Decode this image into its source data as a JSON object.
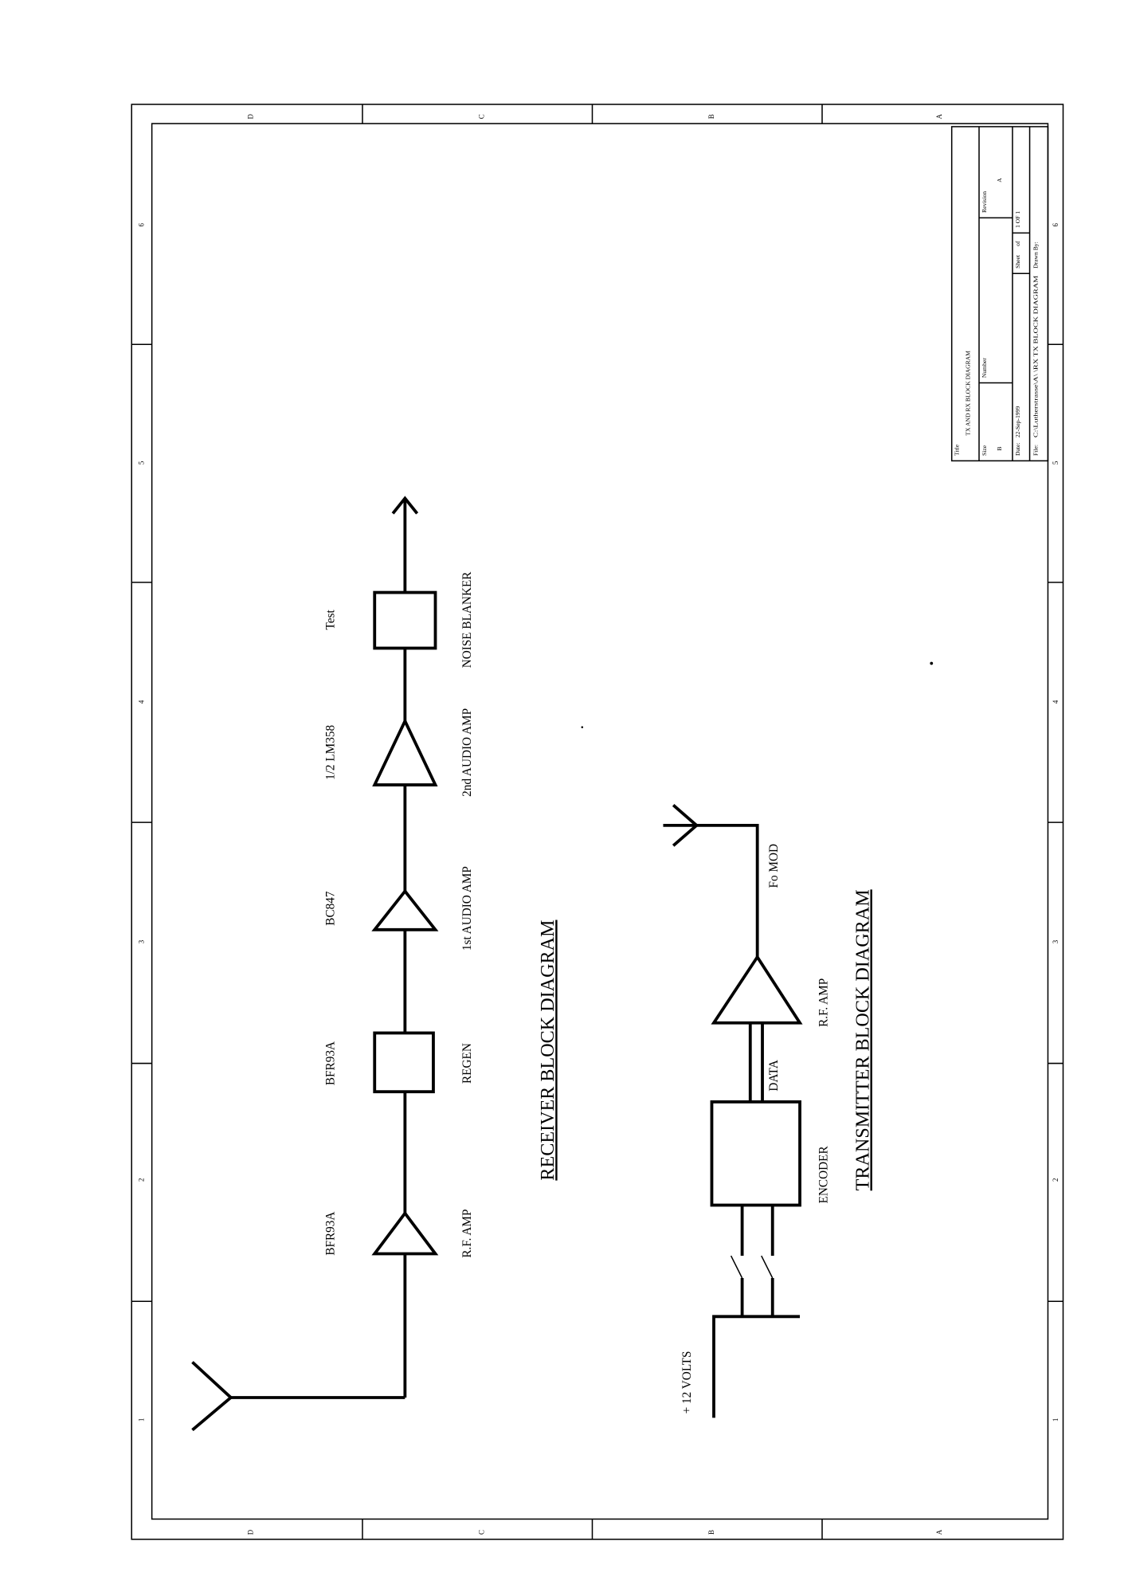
{
  "zones": {
    "letters": [
      "D",
      "C",
      "B",
      "A"
    ],
    "numbers": [
      "6",
      "5",
      "4",
      "3",
      "2",
      "1"
    ]
  },
  "title_block": {
    "title_label": "Title",
    "title": "TX AND RX BLOCK DIAGRAM",
    "size_label": "Size",
    "size": "B",
    "number_label": "Number",
    "revision_label": "Revision",
    "revision": "A",
    "date_label": "Date:",
    "date": "22-Sep-1999",
    "sheet_label": "Sheet",
    "of_label": "of",
    "sheet": "1 OF 1",
    "file_label": "File:",
    "file": "C:\\Lutherstrasse\\A\\ \\RX TX BLOCK DIAGRAM",
    "drawn_by_label": "Drawn By:"
  },
  "receiver": {
    "title": "RECEIVER BLOCK DIAGRAM",
    "stages": [
      {
        "part": "BFR93A",
        "function": "R.F. AMP"
      },
      {
        "part": "BFR93A",
        "function": "REGEN"
      },
      {
        "part": "BC847",
        "function": "1st AUDIO AMP"
      },
      {
        "part": "1/2 LM358",
        "function": "2nd AUDIO AMP"
      },
      {
        "part": "Test",
        "function": "NOISE BLANKER"
      }
    ]
  },
  "transmitter": {
    "title": "TRANSMITTER BLOCK DIAGRAM",
    "supply": "+ 12 VOLTS",
    "encoder": "ENCODER",
    "data": "DATA",
    "rf_amp": "R.F. AMP",
    "output": "Fo MOD"
  }
}
